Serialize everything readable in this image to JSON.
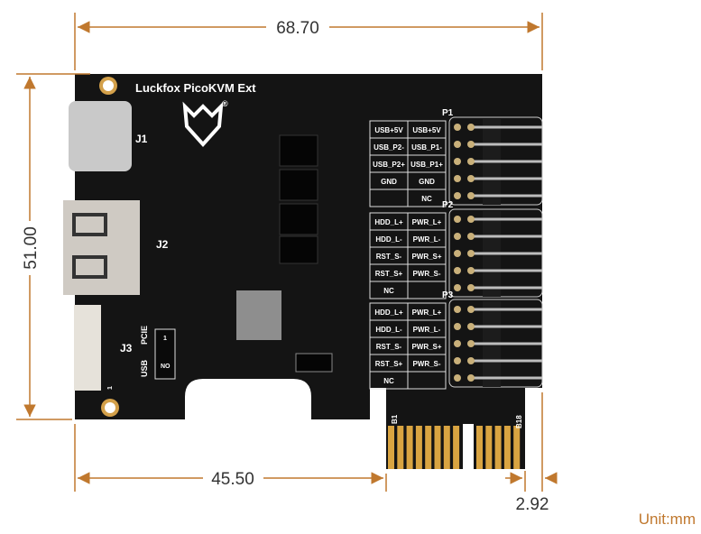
{
  "dimensions": {
    "width_top": "68.70",
    "height_left": "51.00",
    "width_bottom": "45.50",
    "finger_offset": "2.92",
    "unit": "Unit:mm"
  },
  "board": {
    "title": "Luckfox PicoKVM Ext",
    "registered": "®",
    "connectors": {
      "j1": "J1",
      "j2": "J2",
      "j3": "J3"
    },
    "switch": {
      "pcie": "PCIE",
      "usb": "USB",
      "on": "NO",
      "one": "1",
      "pin1": "1"
    },
    "edge": {
      "b1": "B1",
      "b18": "B18"
    },
    "headers": [
      {
        "name": "P1",
        "rows": [
          [
            "USB+5V",
            "USB+5V"
          ],
          [
            "USB_P2-",
            "USB_P1-"
          ],
          [
            "USB_P2+",
            "USB_P1+"
          ],
          [
            "GND",
            "GND"
          ],
          [
            "",
            "NC"
          ]
        ]
      },
      {
        "name": "P2",
        "rows": [
          [
            "HDD_L+",
            "PWR_L+"
          ],
          [
            "HDD_L-",
            "PWR_L-"
          ],
          [
            "RST_S-",
            "PWR_S+"
          ],
          [
            "RST_S+",
            "PWR_S-"
          ],
          [
            "NC",
            ""
          ]
        ]
      },
      {
        "name": "P3",
        "rows": [
          [
            "HDD_L+",
            "PWR_L+"
          ],
          [
            "HDD_L-",
            "PWR_L-"
          ],
          [
            "RST_S-",
            "PWR_S+"
          ],
          [
            "RST_S+",
            "PWR_S-"
          ],
          [
            "NC",
            ""
          ]
        ]
      }
    ]
  },
  "colors": {
    "dimension": "#c0782e",
    "board": "#121212",
    "gold": "#d9a441"
  }
}
